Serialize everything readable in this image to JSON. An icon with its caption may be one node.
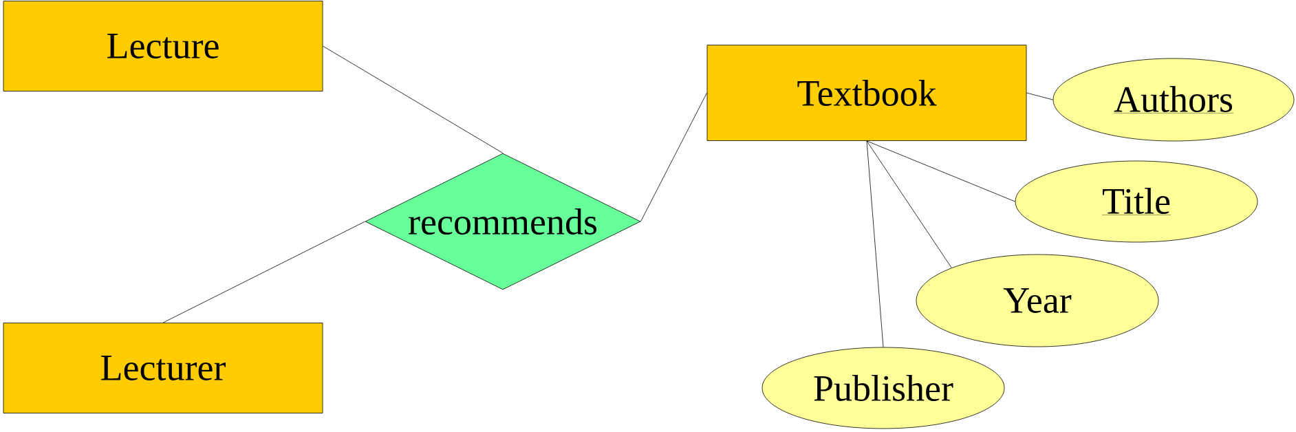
{
  "diagram": {
    "nodes": [
      {
        "text": [
          "Lecture"
        ]
      },
      {
        "text": [
          "Lecturer"
        ]
      },
      {
        "text": [
          "recommends"
        ]
      },
      {
        "text": [
          "Textbook"
        ]
      },
      {
        "text": [
          "Authors"
        ]
      },
      {
        "text": [
          "Title"
        ]
      },
      {
        "text": [
          "Year"
        ]
      },
      {
        "text": [
          "Publisher"
        ]
      }
    ],
    "edges": [
      {
        "from": 0,
        "to": 2,
        "arrow": "none"
      },
      {
        "from": 1,
        "to": 2,
        "arrow": "none"
      },
      {
        "from": 2,
        "to": 3,
        "arrow": "none"
      },
      {
        "from": 3,
        "to": 4,
        "arrow": "none"
      },
      {
        "from": 3,
        "to": 5,
        "arrow": "none"
      },
      {
        "from": 3,
        "to": 6,
        "arrow": "none"
      },
      {
        "from": 3,
        "to": 7,
        "arrow": "none"
      }
    ]
  }
}
